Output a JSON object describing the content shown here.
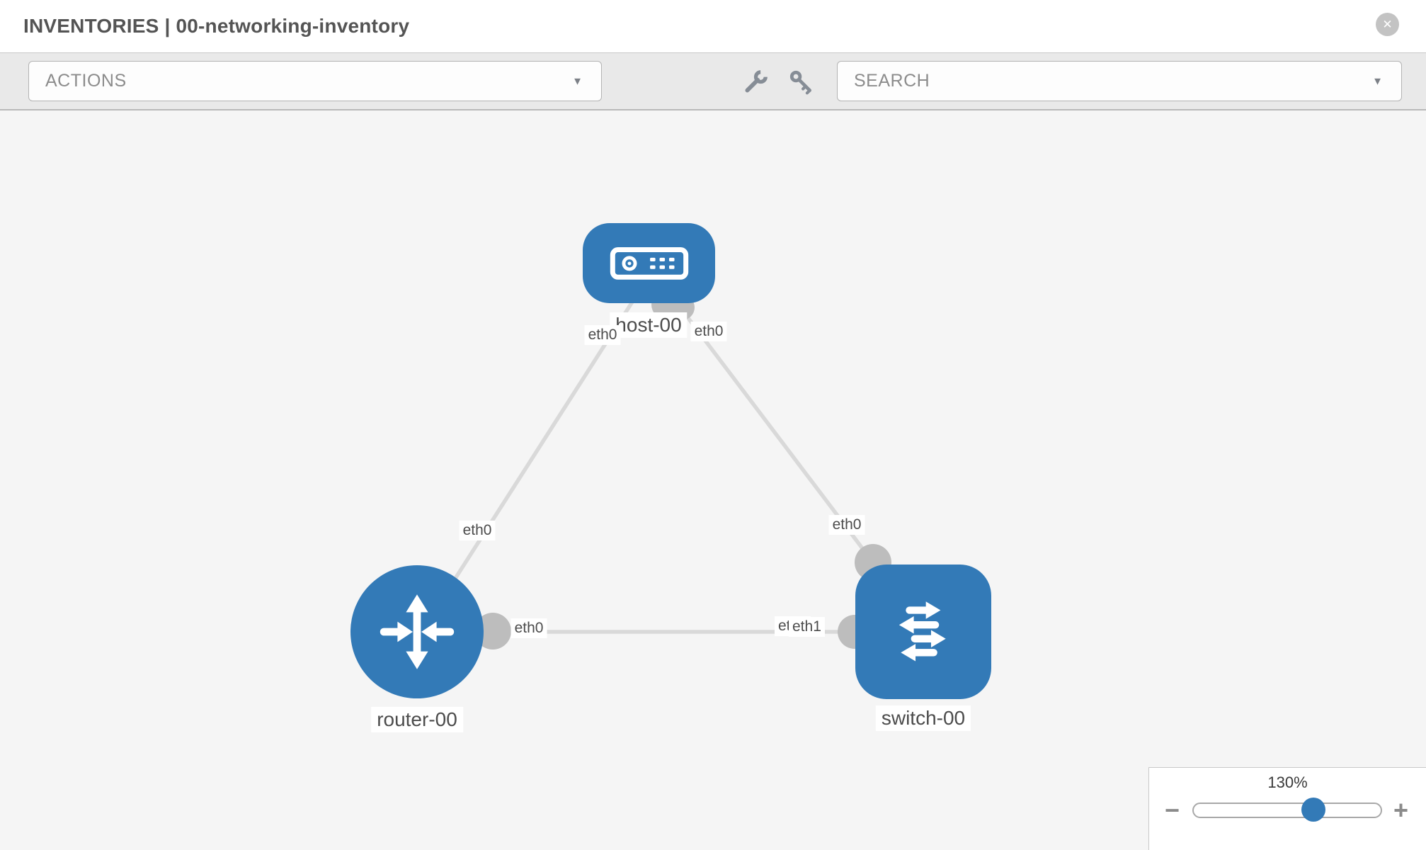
{
  "header": {
    "title": "INVENTORIES | 00-networking-inventory"
  },
  "toolbar": {
    "actions_label": "ACTIONS",
    "search_label": "SEARCH"
  },
  "icons": {
    "close": "✕",
    "caret": "▼",
    "minus": "−",
    "plus": "+"
  },
  "colors": {
    "node_blue": "#337ab7",
    "edge_gray": "#d9d9d9",
    "connector_gray": "#bdbdbd",
    "canvas_bg": "#f5f5f5",
    "toolbar_bg": "#e9e9e9"
  },
  "topology": {
    "nodes": [
      {
        "id": "host-00",
        "type": "host",
        "label": "host-00"
      },
      {
        "id": "router-00",
        "type": "router",
        "label": "router-00"
      },
      {
        "id": "switch-00",
        "type": "switch",
        "label": "switch-00"
      }
    ],
    "links": [
      {
        "from": "router-00",
        "to": "host-00",
        "from_iface": "eth0",
        "to_iface": "eth0"
      },
      {
        "from": "switch-00",
        "to": "host-00",
        "from_iface": "eth0",
        "to_iface": "eth0"
      },
      {
        "from": "router-00",
        "to": "switch-00",
        "from_iface": "eth0",
        "to_iface": "eth1"
      }
    ],
    "iface_chips": {
      "host_left": "eth0",
      "host_right": "eth0",
      "link_host_router": "eth0",
      "link_rs_router": "eth0",
      "link_rs_switch_under": "eth0",
      "link_rs_switch_over": "eth1",
      "link_host_switch": "eth0"
    }
  },
  "zoom_control": {
    "value": "130%"
  }
}
